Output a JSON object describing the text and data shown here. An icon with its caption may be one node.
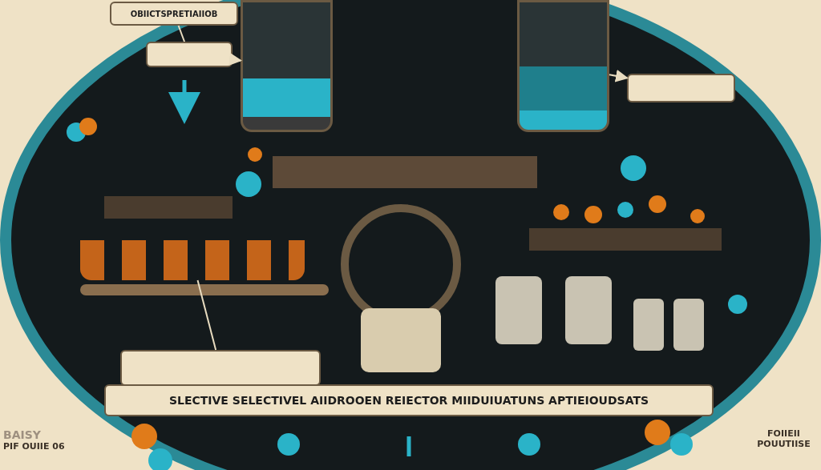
{
  "diagram": {
    "nodes": [
      {
        "text": [
          "OBIICTSPRETIAIIOB"
        ]
      },
      {
        "text": [],
        "shape": "box"
      },
      {
        "text": [],
        "shape": "picture"
      },
      {
        "text": [],
        "shape": "picture"
      },
      {
        "text": [],
        "shape": "box"
      },
      {
        "text": [
          "SLECTIVE SELECTIVEL AIIDROOEN REIECTOR MIIDUIUATUNS APTIEIOUDSATS"
        ]
      },
      {
        "text": [
          "BAISY",
          "PIF OUIIE 06"
        ]
      },
      {
        "text": [
          "FOIIEII POUUTIISE"
        ]
      },
      {
        "text": [],
        "shape": "box"
      },
      {
        "text": [],
        "shape": "picture"
      }
    ],
    "edges": [
      {
        "from": 0,
        "to": 1,
        "arrow": "none"
      },
      {
        "from": 1,
        "to": 2,
        "arrow": "to"
      },
      {
        "from": 3,
        "to": 4,
        "arrow": "to"
      },
      {
        "from": 8,
        "to": 9,
        "arrow": "none"
      }
    ]
  }
}
